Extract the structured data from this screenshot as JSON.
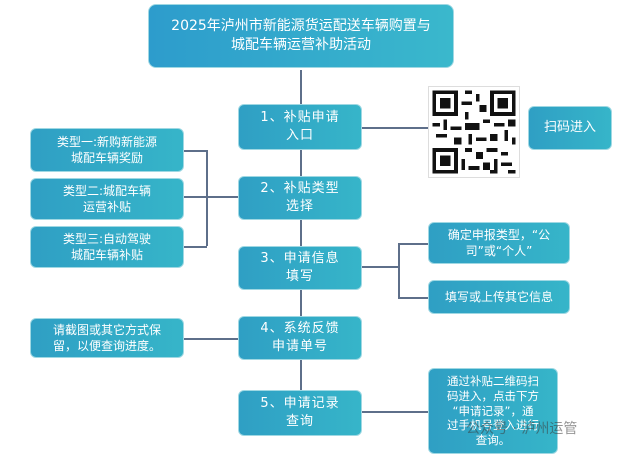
{
  "title": "2025年泸州市新能源货运配送车辆购置与\n城配车辆运营补助活动",
  "steps": [
    "1、补贴申请\n入口",
    "2、补贴类型\n选择",
    "3、申请信息\n填写",
    "4、系统反馈\n申请单号",
    "5、申请记录\n查询"
  ],
  "types": [
    "类型一:新购新能源\n城配车辆奖励",
    "类型二:城配车辆\n运营补贴",
    "类型三:自动驾驶\n城配车辆补贴"
  ],
  "scan_label": "扫码进入",
  "info_notes": [
    "确定申报类型，“公\n司”或“个人”",
    "填写或上传其它信息"
  ],
  "screenshot_note": "请截图或其它方式保\n留，以便查询进度。",
  "query_note": "通过补贴二维码扫\n码进入，点击下方\n“申请记录”，通\n过手机号登入进行\n查询。",
  "watermark": "公众号 · 泸州运管"
}
